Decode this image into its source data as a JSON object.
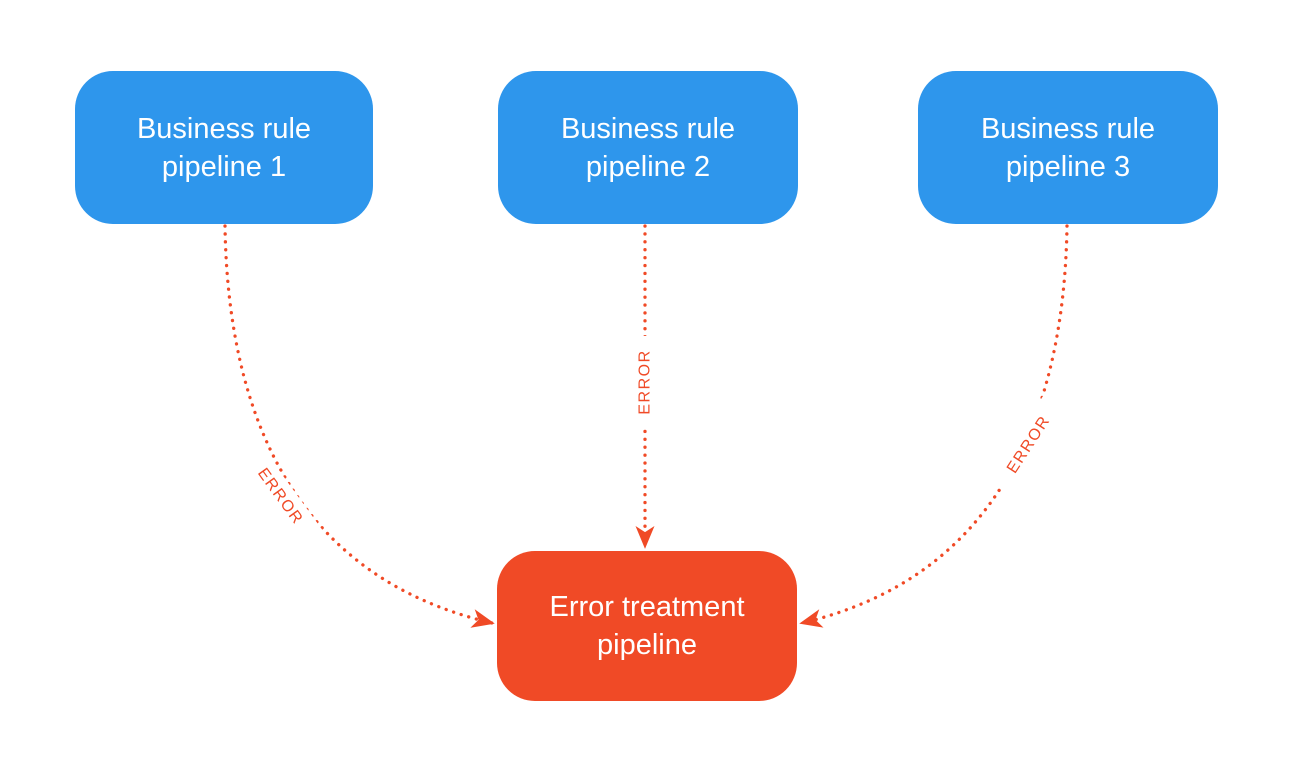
{
  "diagram": {
    "type": "flow-diagram",
    "background_color": "#FFFFFF",
    "colors": {
      "source_node_fill": "#2E96EC",
      "target_node_fill": "#F04A26",
      "node_text": "#FFFFFF",
      "edge_stroke": "#F04A26",
      "edge_label_text": "#F04A26"
    },
    "nodes": [
      {
        "id": "pipeline1",
        "role": "source",
        "line1": "Business rule",
        "line2": "pipeline 1"
      },
      {
        "id": "pipeline2",
        "role": "source",
        "line1": "Business rule",
        "line2": "pipeline 2"
      },
      {
        "id": "pipeline3",
        "role": "source",
        "line1": "Business rule",
        "line2": "pipeline 3"
      },
      {
        "id": "errorPipeline",
        "role": "target",
        "line1": "Error treatment",
        "line2": "pipeline"
      }
    ],
    "edges": [
      {
        "from": "pipeline1",
        "to": "errorPipeline",
        "label": "ERROR",
        "style": "dotted-arrow"
      },
      {
        "from": "pipeline2",
        "to": "errorPipeline",
        "label": "ERROR",
        "style": "dotted-arrow"
      },
      {
        "from": "pipeline3",
        "to": "errorPipeline",
        "label": "ERROR",
        "style": "dotted-arrow"
      }
    ]
  }
}
